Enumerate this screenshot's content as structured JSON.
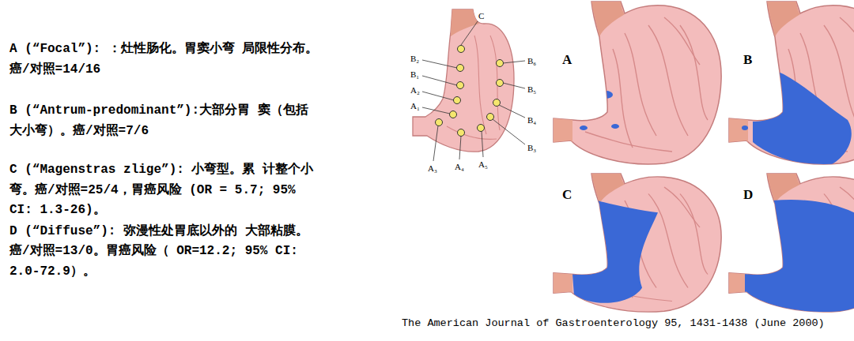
{
  "diagram": {
    "caption": "The American Journal of Gastroenterology 95, 1431-1438 (June 2000)",
    "labels": [
      "A (“Focal”): ：灶性肠化。胃窦小弯 局限性分布。癌/对照=14/16",
      "B (“Antrum-predominant”):大部分胃 窦（包括大小弯）。癌/对照=7/6",
      "C (“Magenstras zlige”): 小弯型。累 计整个小弯。癌/对照=25/4，胃癌风险 (OR = 5.7; 95% CI: 1.3-26)。",
      "D (“Diffuse”): 弥漫性处胃底以外的 大部粘膜。癌/对照=13/0。胃癌风险（ OR=12.2; 95% CI: 2.0-72.9）。",
      "C",
      "B₂",
      "B₁",
      "A₂",
      "A₁",
      "A₃",
      "A₄",
      "A₅",
      "B₃",
      "B₄",
      "B₅",
      "B₆",
      "A",
      "B",
      "C",
      "D"
    ]
  }
}
